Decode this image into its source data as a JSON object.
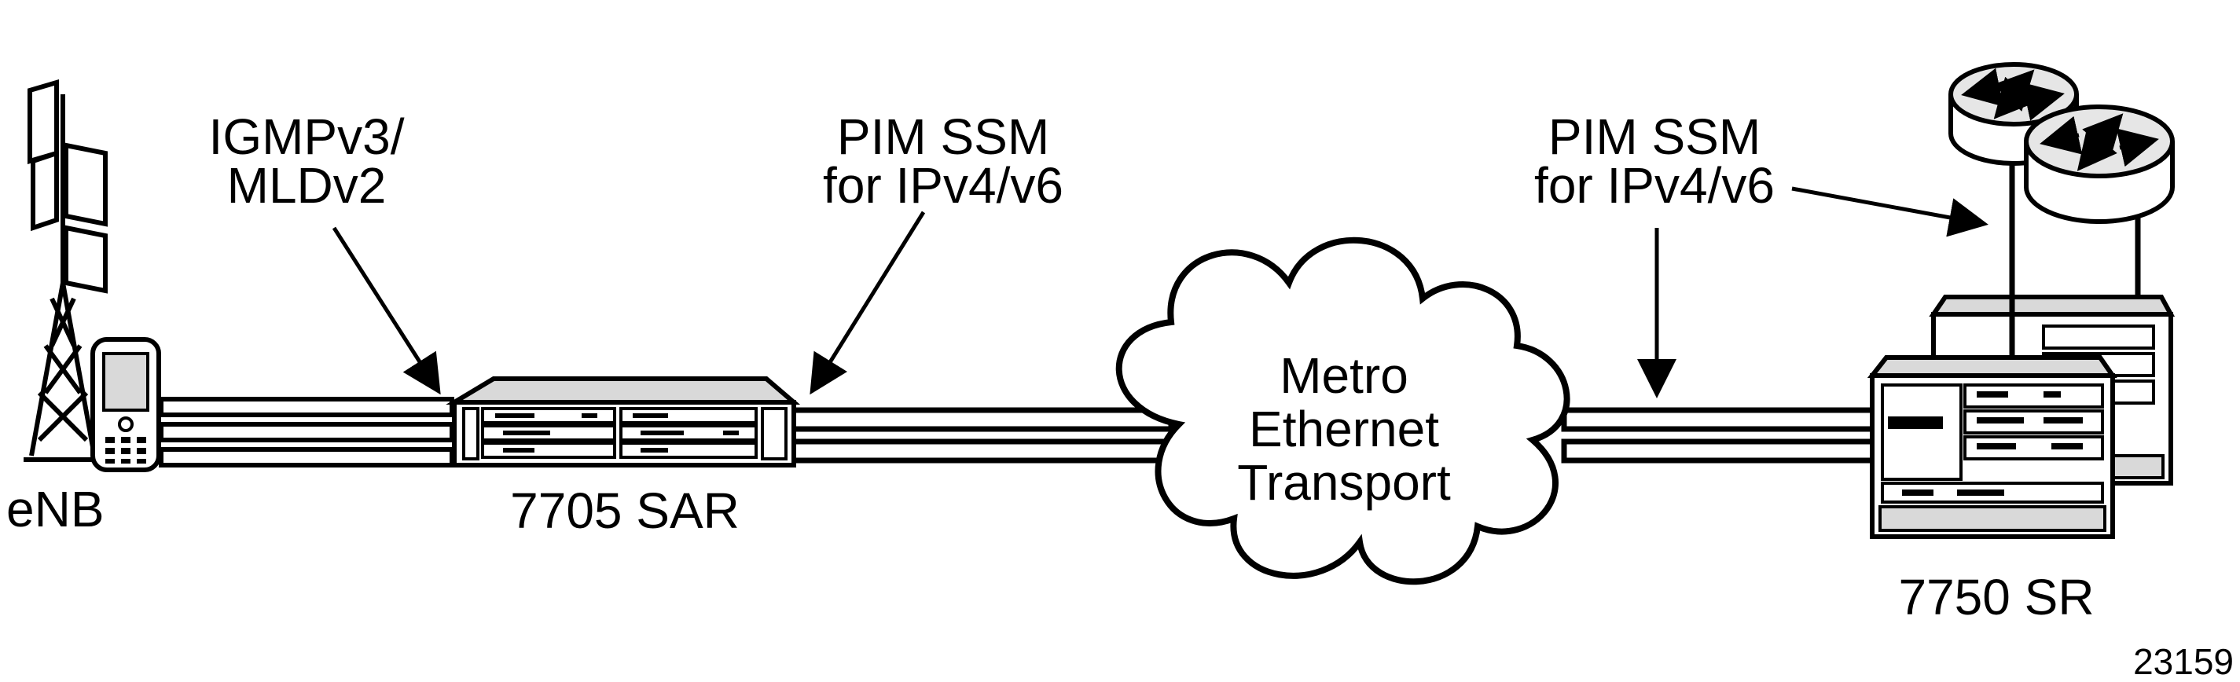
{
  "labels": {
    "igmp_line1": "IGMPv3/",
    "igmp_line2": "MLDv2",
    "pim_left_line1": "PIM SSM",
    "pim_left_line2": "for IPv4/v6",
    "pim_right_line1": "PIM SSM",
    "pim_right_line2": "for IPv4/v6",
    "cloud_line1": "Metro",
    "cloud_line2": "Ethernet",
    "cloud_line3": "Transport",
    "enb": "eNB",
    "sar": "7705 SAR",
    "sr": "7750 SR",
    "figure_id": "23159"
  },
  "colors": {
    "stroke": "#000000",
    "device_fill": "#ffffff",
    "shade": "#d9d9d9",
    "router_top": "#e6e6e6"
  },
  "icons": [
    "cell-tower-icon",
    "mobile-phone-icon",
    "sar-chassis-icon",
    "cloud-icon",
    "sr-chassis-icon",
    "router-icon"
  ]
}
